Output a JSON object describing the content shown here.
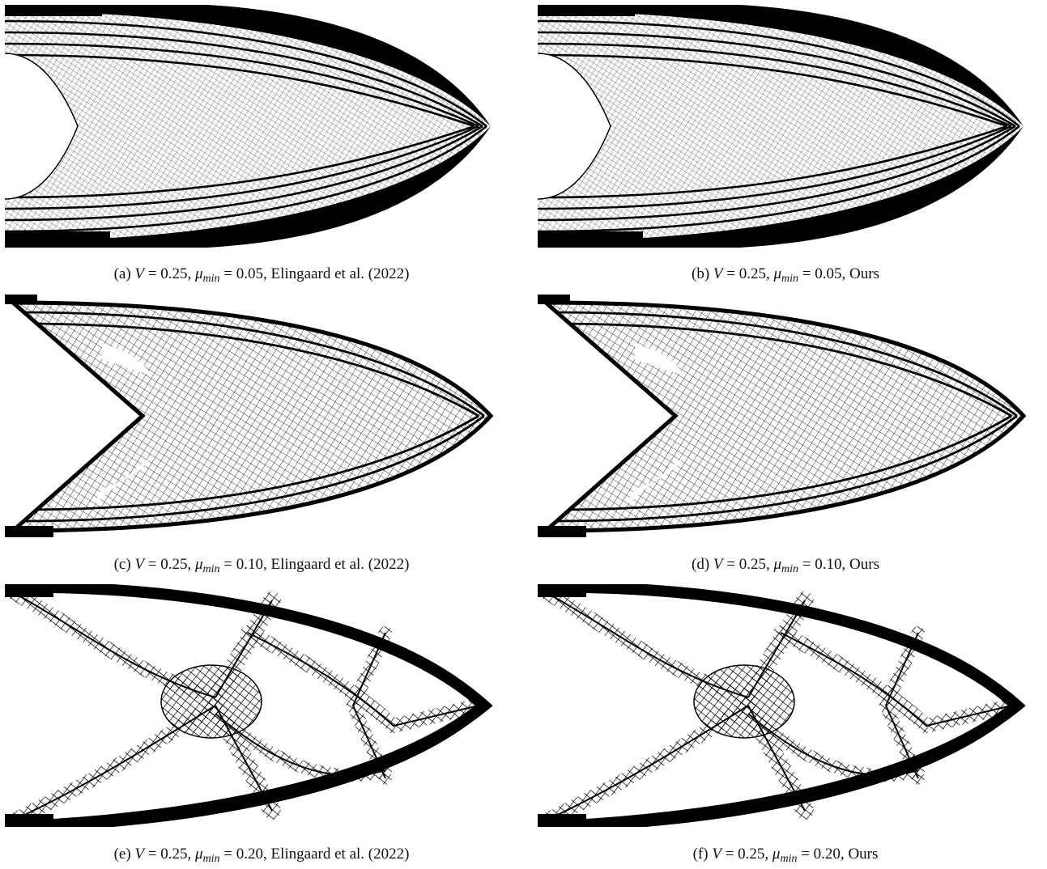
{
  "panels": [
    {
      "id": "a",
      "variant": "fine",
      "caption": {
        "prefix": "(a) ",
        "v_sym": "V",
        "v_eq": " = 0.25, ",
        "mu_sym": "μ",
        "mu_sub": "min",
        "mu_eq": " = 0.05, ",
        "method": "Elingaard et al. (2022)"
      }
    },
    {
      "id": "b",
      "variant": "fine",
      "caption": {
        "prefix": "(b) ",
        "v_sym": "V",
        "v_eq": " = 0.25, ",
        "mu_sym": "μ",
        "mu_sub": "min",
        "mu_eq": " = 0.05, ",
        "method": "Ours"
      }
    },
    {
      "id": "c",
      "variant": "medium",
      "caption": {
        "prefix": "(c) ",
        "v_sym": "V",
        "v_eq": " = 0.25, ",
        "mu_sym": "μ",
        "mu_sub": "min",
        "mu_eq": " = 0.10, ",
        "method": "Elingaard et al. (2022)"
      }
    },
    {
      "id": "d",
      "variant": "medium",
      "caption": {
        "prefix": "(d) ",
        "v_sym": "V",
        "v_eq": " = 0.25, ",
        "mu_sym": "μ",
        "mu_sub": "min",
        "mu_eq": " = 0.10, ",
        "method": "Ours"
      }
    },
    {
      "id": "e",
      "variant": "truss",
      "caption": {
        "prefix": "(e) ",
        "v_sym": "V",
        "v_eq": " = 0.25, ",
        "mu_sym": "μ",
        "mu_sub": "min",
        "mu_eq": " = 0.20, ",
        "method": "Elingaard et al. (2022)"
      }
    },
    {
      "id": "f",
      "variant": "truss",
      "caption": {
        "prefix": "(f) ",
        "v_sym": "V",
        "v_eq": " = 0.25, ",
        "mu_sym": "μ",
        "mu_sub": "min",
        "mu_eq": " = 0.20, ",
        "method": "Ours"
      }
    }
  ],
  "colors": {
    "structure": "#000000",
    "background": "#ffffff"
  }
}
